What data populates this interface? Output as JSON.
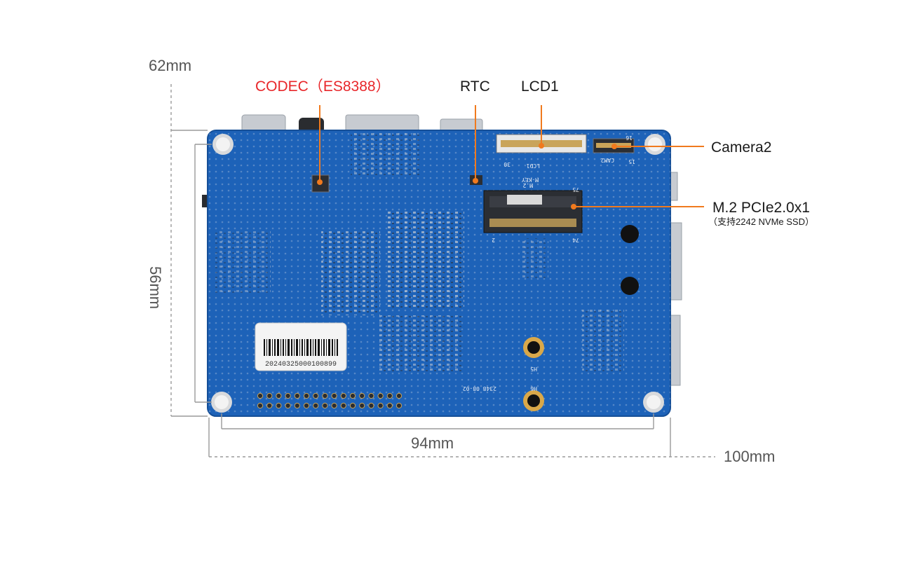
{
  "dimensions": {
    "height_total": "62mm",
    "height_holes": "56mm",
    "width_holes": "94mm",
    "width_total": "100mm"
  },
  "callouts": {
    "codec": "CODEC（ES8388）",
    "rtc": "RTC",
    "lcd": "LCD1",
    "camera": "Camera2",
    "m2": "M.2 PCIe2.0x1",
    "m2_note": "（支持2242 NVMe SSD）"
  },
  "silkscreen": {
    "barcode_number": "20240325000100899",
    "m2_label": "M.2",
    "m2_key": "M-KEY",
    "lcd_label": "LCD1",
    "cam_label": "CAM2",
    "pin_75": "75",
    "pin_74": "74",
    "pin_2": "2",
    "pin_30": "30",
    "pin_16": "16",
    "pin_15": "15",
    "hole_h5": "H5",
    "hole_h6": "H6",
    "version": "2348 08-02"
  },
  "colors": {
    "board": "#1d62b8",
    "board_edge": "#154f98",
    "callout_line": "#f07a1e",
    "codec_text": "#e8262a",
    "dim_line": "#9a9a9a"
  }
}
